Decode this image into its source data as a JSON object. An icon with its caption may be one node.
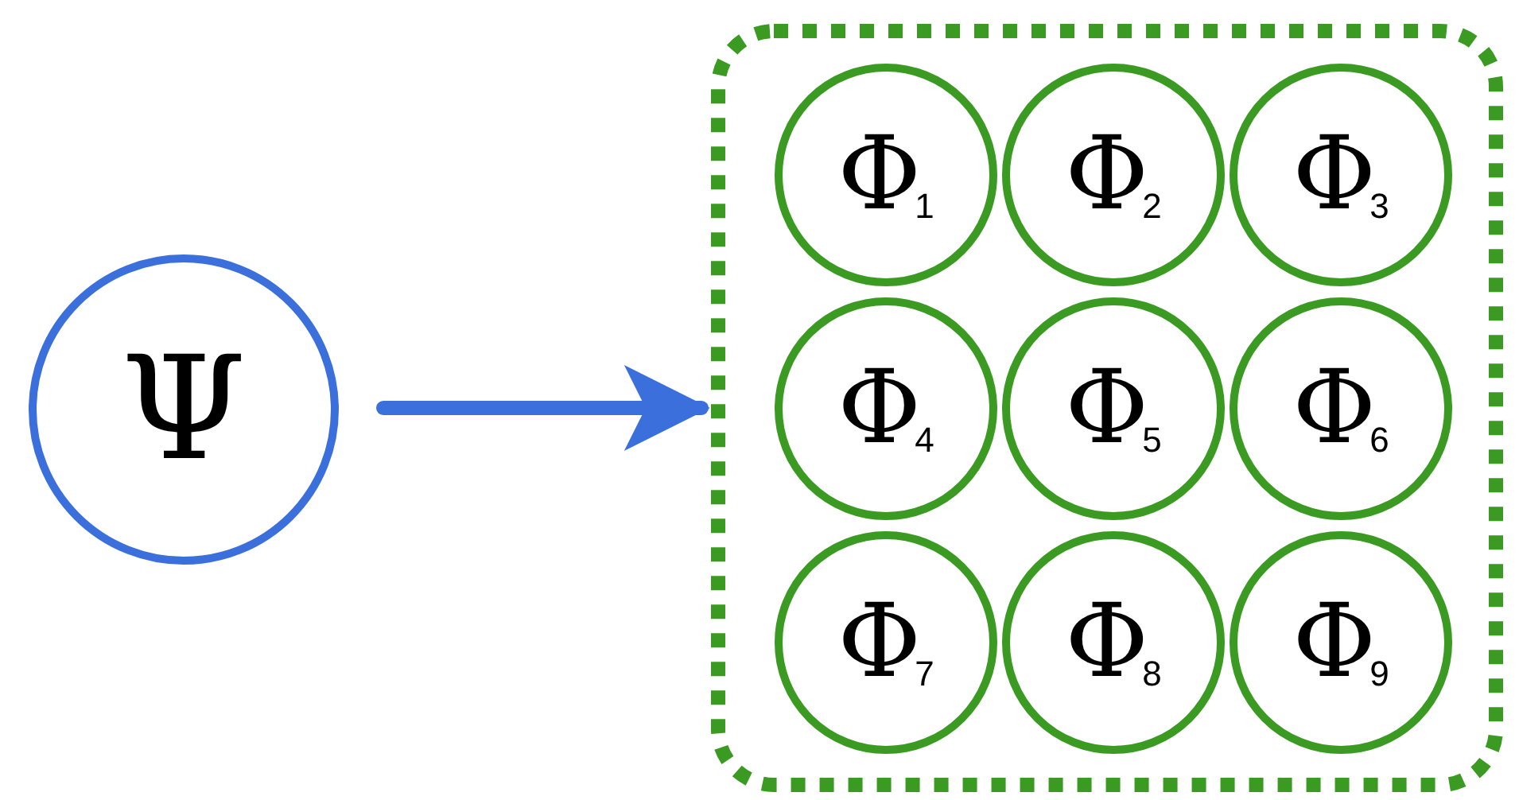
{
  "diagram": {
    "nodes": [
      {
        "text": [
          "Ψ"
        ]
      },
      {
        "text": [],
        "shape": "box"
      },
      {
        "text": [
          "Φ$_{1}$"
        ],
        "in": 1
      },
      {
        "text": [
          "Φ$_{2}$"
        ],
        "in": 1
      },
      {
        "text": [
          "Φ$_{3}$"
        ],
        "in": 1
      },
      {
        "text": [
          "Φ$_{4}$"
        ],
        "in": 1
      },
      {
        "text": [
          "Φ$_{5}$"
        ],
        "in": 1
      },
      {
        "text": [
          "Φ$_{6}$"
        ],
        "in": 1
      },
      {
        "text": [
          "Φ$_{7}$"
        ],
        "in": 1
      },
      {
        "text": [
          "Φ$_{8}$"
        ],
        "in": 1
      },
      {
        "text": [
          "Φ$_{9}$"
        ],
        "in": 1
      }
    ],
    "edges": [
      {
        "from": 0,
        "to": 1,
        "arrow": "to"
      }
    ]
  }
}
